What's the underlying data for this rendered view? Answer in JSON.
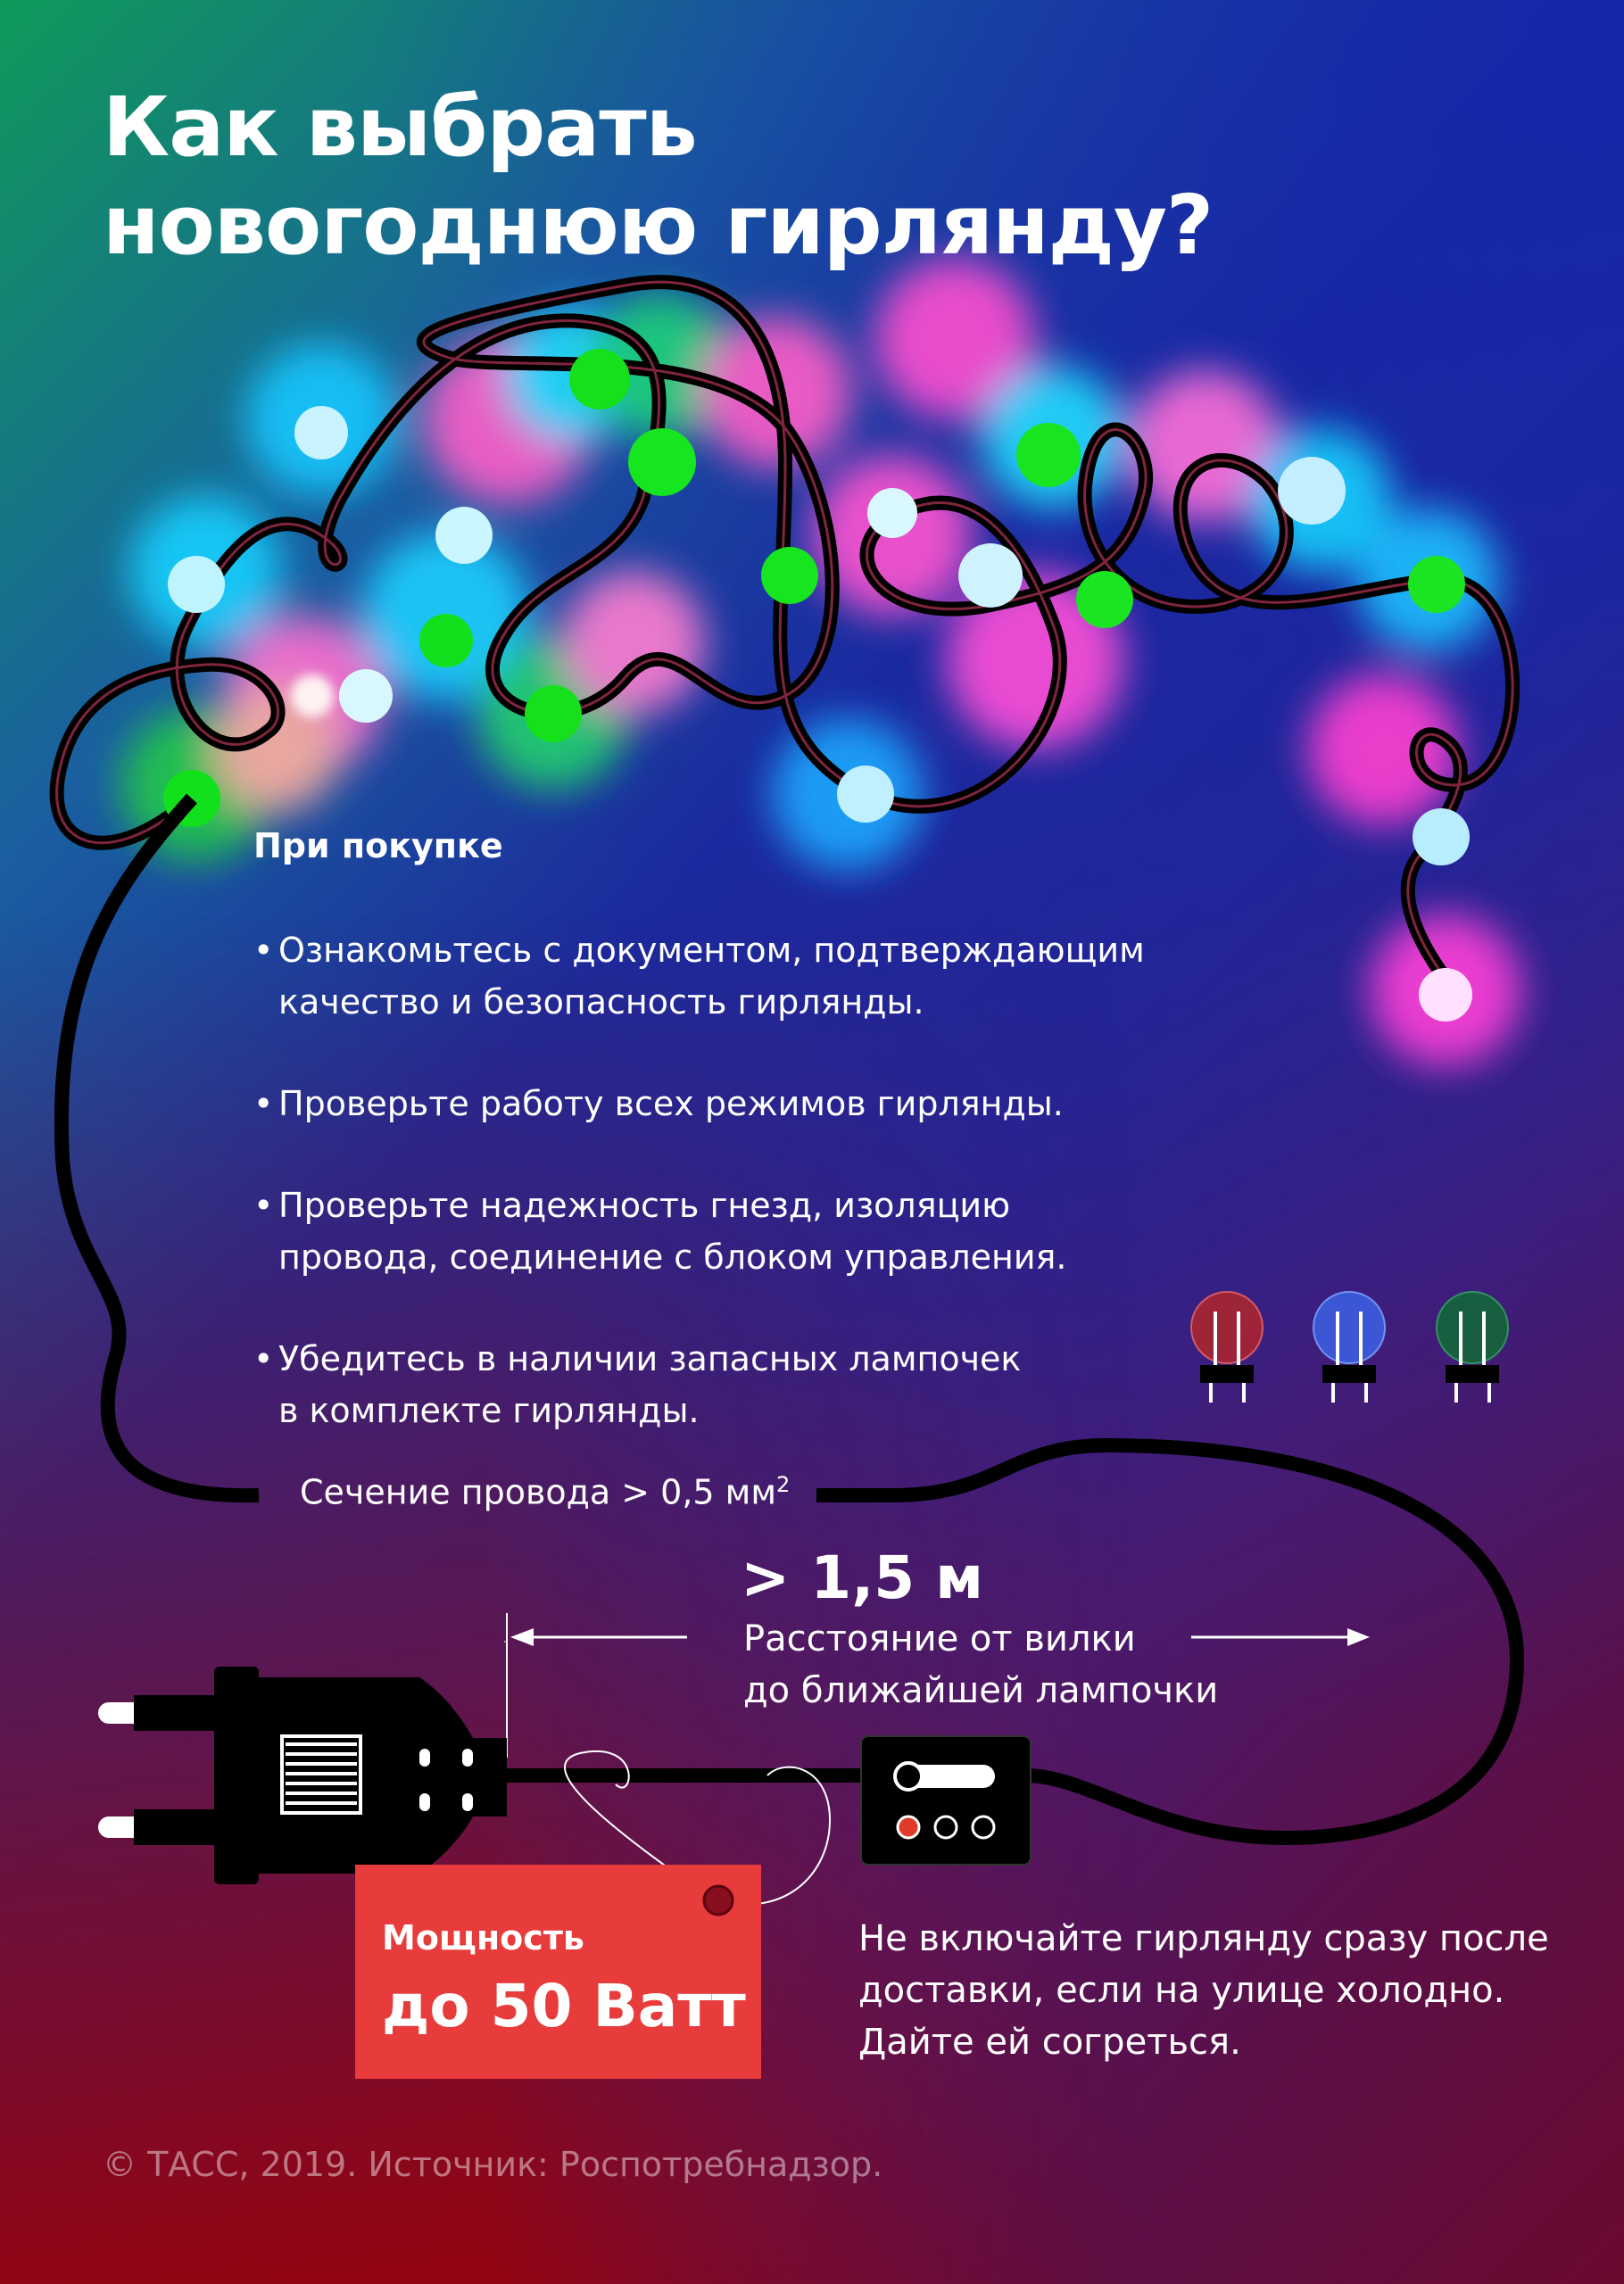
{
  "title": {
    "line1": "Как выбрать",
    "line2": "новогоднюю гирлянду?"
  },
  "purchase": {
    "heading": "При покупке",
    "tips": [
      {
        "line1": "Ознакомьтесь с документом, подтверждающим",
        "line2": "качество и безопасность гирлянды."
      },
      {
        "line1": "Проверьте работу всех режимов гирлянды.",
        "line2": ""
      },
      {
        "line1": "Проверьте надежность гнезд, изоляцию",
        "line2": "провода, соединение с блоком управления."
      },
      {
        "line1": "Убедитесь в наличии запасных лампочек",
        "line2": "в комплекте гирлянды."
      }
    ]
  },
  "wire": {
    "text": "Сечение провода > 0,5 мм",
    "superscript": "2"
  },
  "distance": {
    "value": "> 1,5 м",
    "caption_line1": "Расстояние от вилки",
    "caption_line2": "до ближайшей лампочки"
  },
  "power": {
    "label": "Мощность",
    "value": "до 50 Ватт"
  },
  "warning": {
    "line1": "Не включайте гирлянду сразу после",
    "line2": "доставки, если на улице холодно.",
    "line3": "Дайте ей согреться."
  },
  "footer": "© ТАСС, 2019. Источник: Роспотребнадзор.",
  "colors": {
    "power_box": "#e83b3b",
    "bulb_red": "#b0252c",
    "bulb_blue": "#3b5ee0",
    "bulb_green": "#14663a"
  },
  "icons": [
    "garland-lights",
    "red-bulb-icon",
    "blue-bulb-icon",
    "green-bulb-icon",
    "plug-icon",
    "control-box-icon",
    "arrow-left-icon",
    "arrow-right-icon"
  ]
}
